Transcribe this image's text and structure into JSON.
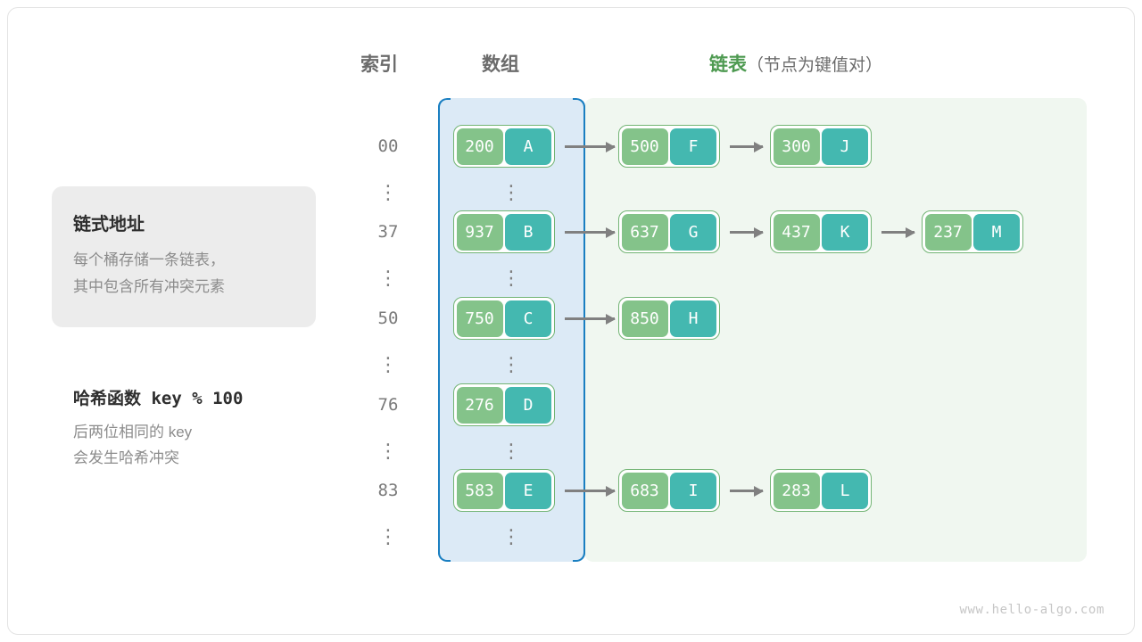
{
  "headers": {
    "index": "索引",
    "array": "数组",
    "list_main": "链表",
    "list_sub": "（节点为键值对）"
  },
  "info_card": {
    "title": "链式地址",
    "body": "每个桶存储一条链表，\n其中包含所有冲突元素"
  },
  "hash_note": {
    "title": "哈希函数 key % 100",
    "body": "后两位相同的 key\n会发生哈希冲突"
  },
  "colors": {
    "key_fill": "#84c38a",
    "value_fill": "#44b8b0",
    "node_border": "#72b474",
    "array_panel_bg": "#dceaf6",
    "array_panel_border": "#1a7fc1",
    "list_panel_bg": "#f0f7f0",
    "arrow": "#808080",
    "accent_green": "#4e9a51",
    "index_text": "#7a7a7a",
    "card_bg": "#ececec"
  },
  "ellipsis_glyph": "⋮",
  "rows": [
    {
      "index": "00",
      "bucket": {
        "key": "200",
        "value": "A"
      },
      "chain": [
        {
          "key": "500",
          "value": "F"
        },
        {
          "key": "300",
          "value": "J"
        }
      ]
    },
    {
      "index": "37",
      "bucket": {
        "key": "937",
        "value": "B"
      },
      "chain": [
        {
          "key": "637",
          "value": "G"
        },
        {
          "key": "437",
          "value": "K"
        },
        {
          "key": "237",
          "value": "M"
        }
      ]
    },
    {
      "index": "50",
      "bucket": {
        "key": "750",
        "value": "C"
      },
      "chain": [
        {
          "key": "850",
          "value": "H"
        }
      ]
    },
    {
      "index": "76",
      "bucket": {
        "key": "276",
        "value": "D"
      },
      "chain": []
    },
    {
      "index": "83",
      "bucket": {
        "key": "583",
        "value": "E"
      },
      "chain": [
        {
          "key": "683",
          "value": "I"
        },
        {
          "key": "283",
          "value": "L"
        }
      ]
    }
  ],
  "watermark": "www.hello-algo.com"
}
